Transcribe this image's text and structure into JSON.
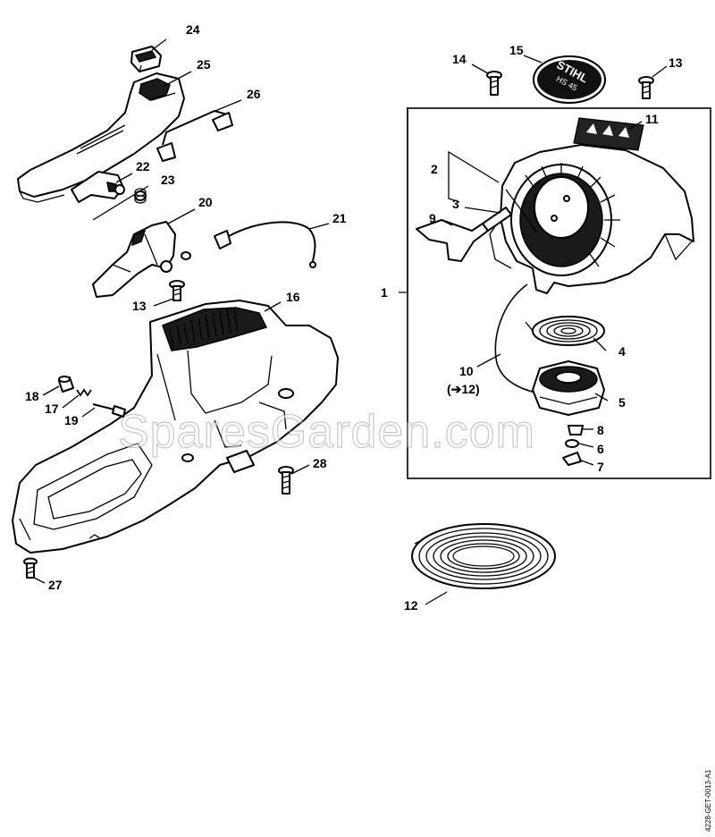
{
  "diagram": {
    "labels": {
      "p1": "1",
      "p2": "2",
      "p3": "3",
      "p4": "4",
      "p5": "5",
      "p6": "6",
      "p7": "7",
      "p8": "8",
      "p9": "9",
      "p10": "10",
      "p10ref": "(➔12)",
      "p11": "11",
      "p12": "12",
      "p13a": "13",
      "p13b": "13",
      "p14": "14",
      "p15": "15",
      "p16": "16",
      "p17": "17",
      "p18": "18",
      "p19": "19",
      "p20": "20",
      "p21": "21",
      "p22": "22",
      "p23": "23",
      "p24": "24",
      "p25": "25",
      "p26": "26",
      "p27": "27",
      "p28": "28"
    },
    "decal_brand": "STIHL",
    "decal_model": "HS 45",
    "watermark": "SparesGarden.com",
    "drawing_ref": "4228-GET-0013-A1"
  }
}
